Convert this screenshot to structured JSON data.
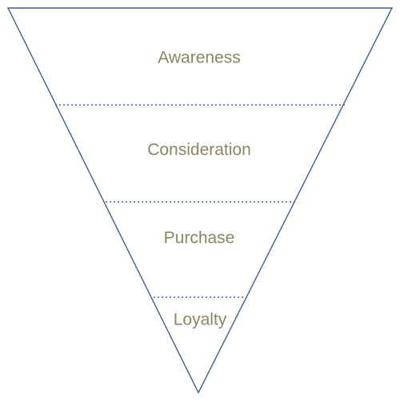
{
  "colors": {
    "outline": "#3f5e96",
    "divider": "#3f5e96",
    "label": "#8a8562",
    "background": "#ffffff"
  },
  "stages": [
    {
      "label": "Awareness"
    },
    {
      "label": "Consideration"
    },
    {
      "label": "Purchase"
    },
    {
      "label": "Loyalty"
    }
  ]
}
